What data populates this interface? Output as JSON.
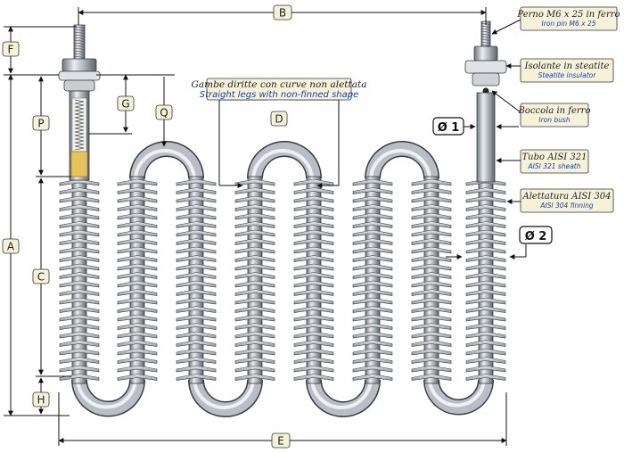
{
  "dimensions": {
    "A": "A",
    "B": "B",
    "C": "C",
    "D": "D",
    "E": "E",
    "F": "F",
    "G": "G",
    "H": "H",
    "P": "P",
    "Q": "Q"
  },
  "diameters": {
    "d1": "Ø 1",
    "d2": "Ø 2"
  },
  "labels": {
    "pin": {
      "it": "Perno M6 x 25 in ferro",
      "en": "Iron pin M6 x 25"
    },
    "insulator": {
      "it": "Isolante in steatite",
      "en": "Steatite insulator"
    },
    "bush": {
      "it": "Boccola in ferro",
      "en": "Iron bush"
    },
    "sheath": {
      "it": "Tubo AISI 321",
      "en": "AISI 321 sheath"
    },
    "finning": {
      "it": "Alettatura AISI 304",
      "en": "AISI 304 finning"
    },
    "legs": {
      "it": "Gambe diritte con curve non alettata",
      "en": "Straight legs with non-finned shape"
    }
  },
  "colors": {
    "tube": "#b9bec4",
    "fin": "#c7ccd2",
    "outline": "#3a3d42",
    "label_bg": "#f6f2d9",
    "label_en": "#1a3fb0",
    "core": "#e5c35a"
  }
}
